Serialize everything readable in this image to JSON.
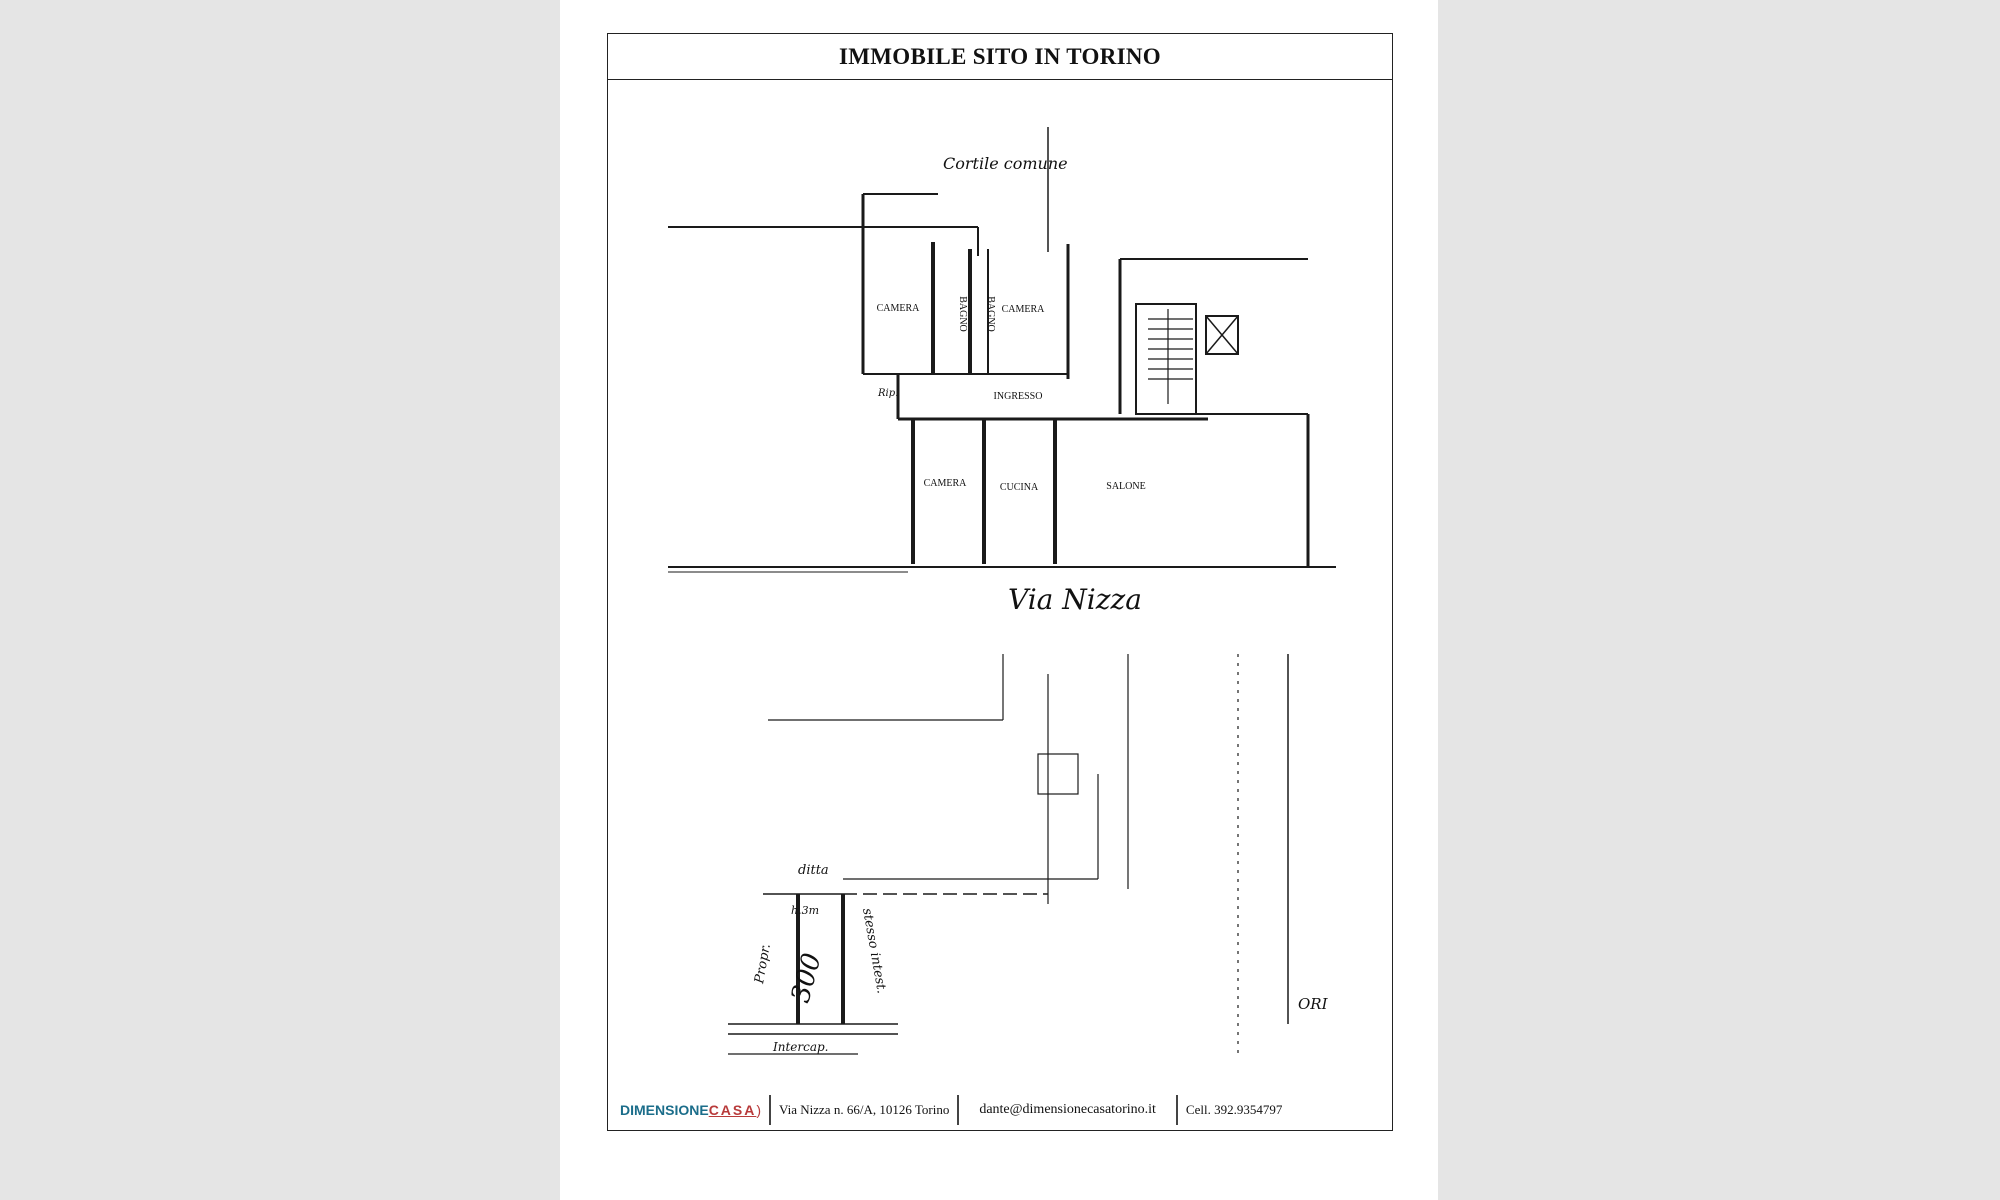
{
  "title": "IMMOBILE SITO IN TORINO",
  "plan_labels": {
    "cortile": "Cortile comune",
    "camera_1": "CAMERA",
    "bagno_1": "BAGNO",
    "bagno_2": "BAGNO",
    "camera_2": "CAMERA",
    "ripost": "Rip.",
    "ingresso": "INGRESSO",
    "camera_3": "CAMERA",
    "cucina": "CUCINA",
    "salone": "SALONE",
    "street": "Via Nizza",
    "ditta": "ditta",
    "propr": "Propr.",
    "height": "h.3m",
    "cellar_no": "300",
    "stesso": "stesso intest.",
    "intercap": "Intercap.",
    "ori": "ORI"
  },
  "footer": {
    "logo_main": "DIMENSIONE",
    "logo_casa": "CASA",
    "address": "Via Nizza n. 66/A, 10126 Torino",
    "email": "dante@dimensionecasatorino.it",
    "phone": "Cell. 392.9354797"
  }
}
